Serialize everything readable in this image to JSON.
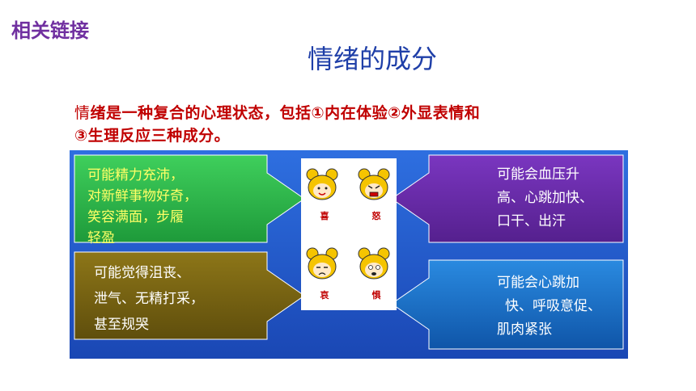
{
  "header": {
    "tag": "相关链接",
    "title": "情绪的成分"
  },
  "intro": {
    "first_char": "情",
    "rest_line1": "绪是一种复合的心理状态，包括①内在体验②外显表情和",
    "line2": "③生理反应三种成分。"
  },
  "boxes": {
    "top_left": {
      "lines": [
        "可能精力充沛，",
        "对新鲜事物好奇，",
        "笑容满面，步履",
        "轻盈"
      ],
      "color": "#2bb34a"
    },
    "bottom_left": {
      "lines": [
        "可能觉得沮丧、",
        "泄气、无精打采，",
        "甚至规哭"
      ],
      "color": "#7a6512"
    },
    "top_right": {
      "lines": [
        "可能会血压升",
        "高、心跳加快、",
        "口干、出汗"
      ],
      "color": "#6a2aa8"
    },
    "bottom_right": {
      "lines": [
        "可能会心跳加",
        "快、呼吸意促、",
        "肌肉紧张"
      ],
      "color": "#1a6cc4"
    }
  },
  "emotions": {
    "joy": "喜",
    "anger": "怒",
    "sadness": "哀",
    "fear": "惧"
  },
  "colors": {
    "tag": "#7030a0",
    "title": "#1f3fa8",
    "intro": "#c00000",
    "panel_bg": "#1e56c8",
    "character": "#f5c400"
  }
}
